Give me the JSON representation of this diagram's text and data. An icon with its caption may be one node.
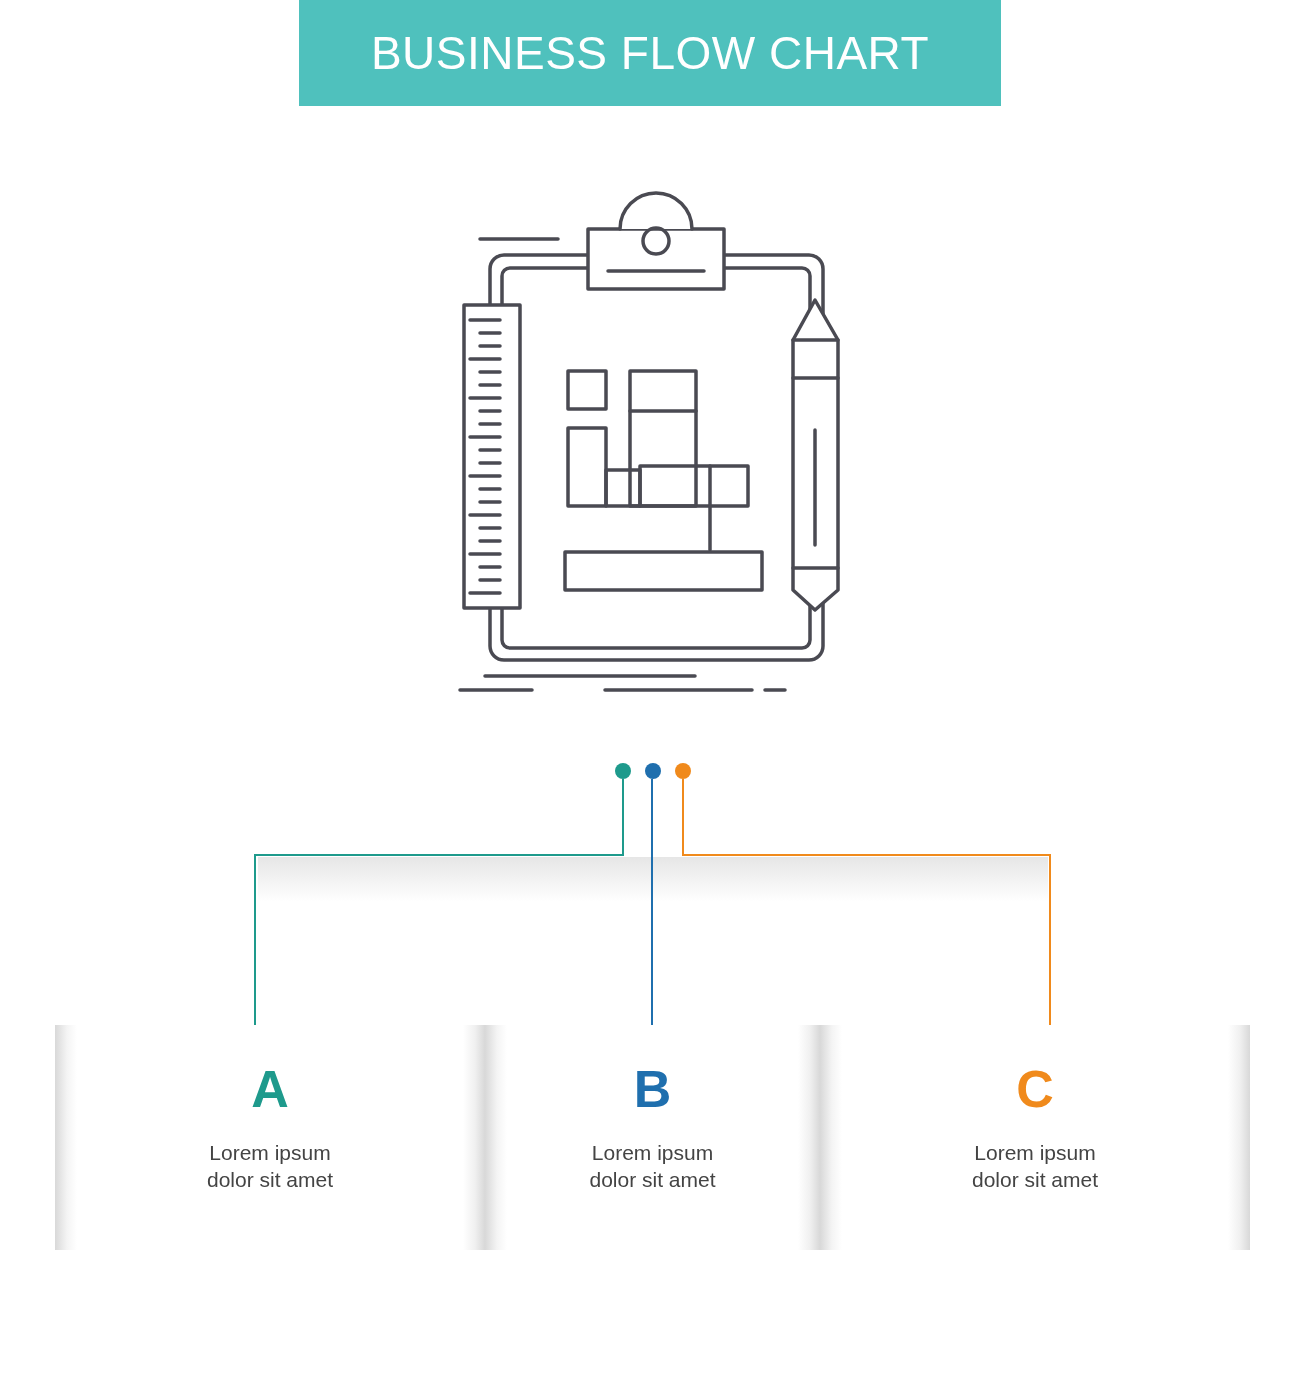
{
  "diagram": {
    "title": "BUSINESS FLOW CHART",
    "nodes": [
      {
        "text": [],
        "shape": "circle"
      },
      {
        "text": [],
        "shape": "circle"
      },
      {
        "text": [],
        "shape": "circle"
      },
      {
        "text": [
          "A",
          "Lorem ipsum dolor sit amet"
        ]
      },
      {
        "text": [
          "B",
          "Lorem ipsum dolor sit amet"
        ]
      },
      {
        "text": [
          "C",
          "Lorem ipsum dolor sit amet"
        ]
      }
    ],
    "edges": [
      {
        "from": 0,
        "to": 3,
        "arrow": "none",
        "color": "#1e9a8c"
      },
      {
        "from": 1,
        "to": 4,
        "arrow": "none",
        "color": "#1f6fae"
      },
      {
        "from": 2,
        "to": 5,
        "arrow": "none",
        "color": "#f08a1c"
      }
    ]
  }
}
